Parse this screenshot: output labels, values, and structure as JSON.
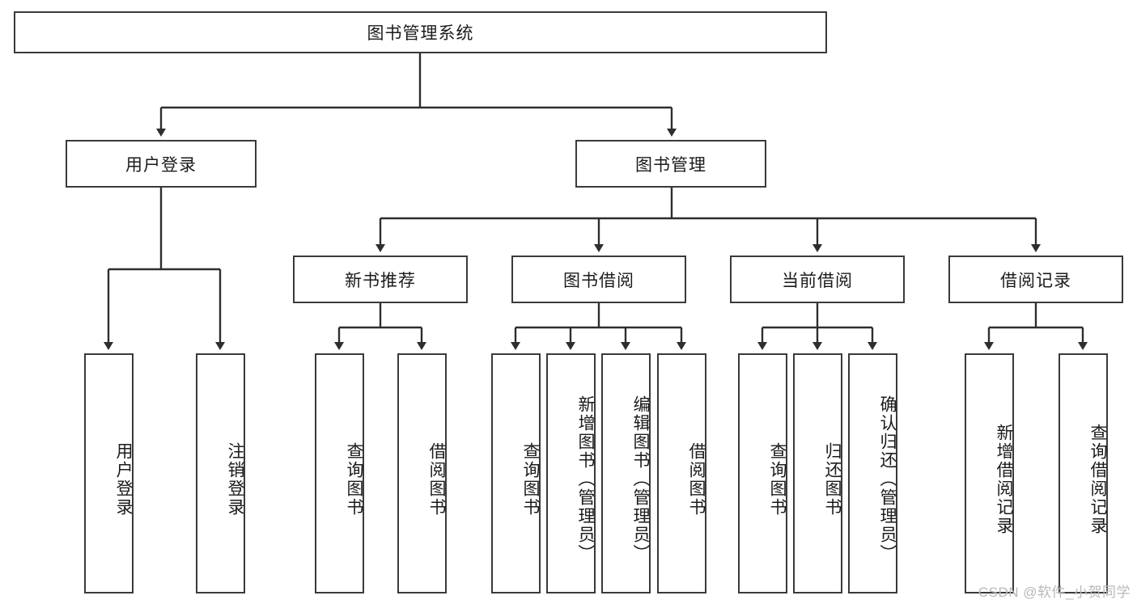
{
  "diagram": {
    "title": "图书管理系统",
    "watermark": "CSDN @软件_小贺同学",
    "levels": {
      "root": {
        "label": "图书管理系统"
      },
      "level2": [
        {
          "id": "user-login",
          "label": "用户登录"
        },
        {
          "id": "book-manage",
          "label": "图书管理"
        }
      ],
      "level3": [
        {
          "id": "new-book-recommend",
          "label": "新书推荐"
        },
        {
          "id": "book-borrow",
          "label": "图书借阅"
        },
        {
          "id": "current-borrow",
          "label": "当前借阅"
        },
        {
          "id": "borrow-record",
          "label": "借阅记录"
        }
      ],
      "leaves": [
        {
          "id": "leaf-user-login",
          "label": "用户登录",
          "parent": "user-login"
        },
        {
          "id": "leaf-user-logout",
          "label": "注销登录",
          "parent": "user-login"
        },
        {
          "id": "leaf-query-book-1",
          "label": "查询图书",
          "parent": "new-book-recommend"
        },
        {
          "id": "leaf-borrow-book-1",
          "label": "借阅图书",
          "parent": "new-book-recommend"
        },
        {
          "id": "leaf-query-book-2",
          "label": "查询图书",
          "parent": "book-borrow"
        },
        {
          "id": "leaf-add-book",
          "label": "新增图书（管理员）",
          "parent": "book-borrow"
        },
        {
          "id": "leaf-edit-book",
          "label": "编辑图书（管理员）",
          "parent": "book-borrow"
        },
        {
          "id": "leaf-borrow-book-2",
          "label": "借阅图书",
          "parent": "book-borrow"
        },
        {
          "id": "leaf-query-book-3",
          "label": "查询图书",
          "parent": "current-borrow"
        },
        {
          "id": "leaf-return-book",
          "label": "归还图书",
          "parent": "current-borrow"
        },
        {
          "id": "leaf-confirm-return",
          "label": "确认归还（管理员）",
          "parent": "current-borrow"
        },
        {
          "id": "leaf-add-record",
          "label": "新增借阅记录",
          "parent": "borrow-record"
        },
        {
          "id": "leaf-query-record",
          "label": "查询借阅记录",
          "parent": "borrow-record"
        }
      ]
    },
    "colors": {
      "box_border": "#3a3a3a",
      "box_fill": "#ffffff",
      "connector": "#2e2e2e",
      "text": "#1b1b1b",
      "watermark": "#b9b9b9"
    }
  }
}
